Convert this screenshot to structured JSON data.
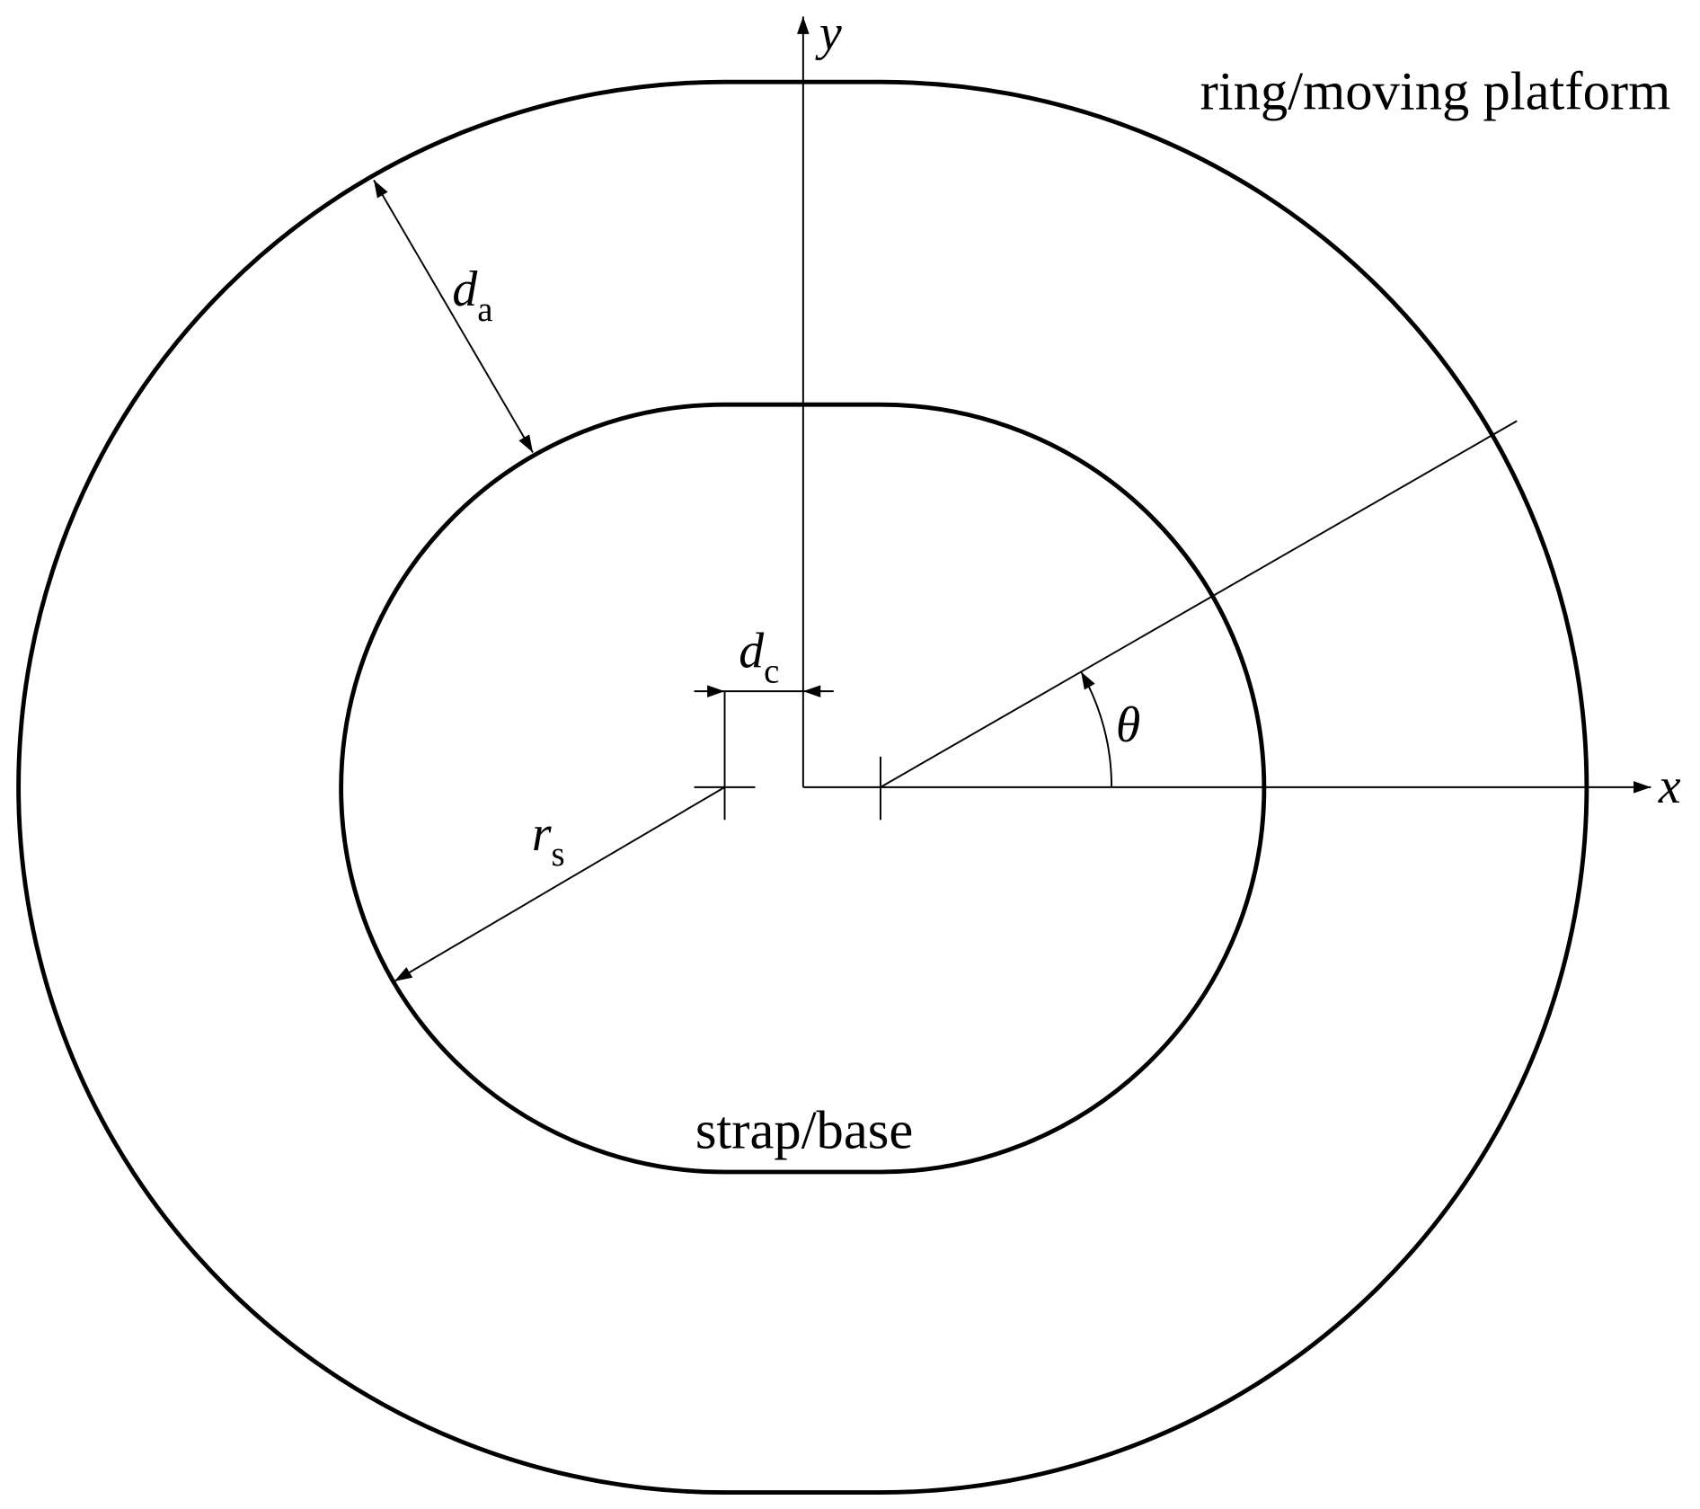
{
  "labels": {
    "y_axis": "y",
    "x_axis": "x",
    "ring": "ring/moving platform",
    "strap": "strap/base",
    "theta": "θ",
    "d_a_main": "d",
    "d_a_sub": "a",
    "d_c_main": "d",
    "d_c_sub": "c",
    "r_s_main": "r",
    "r_s_sub": "s"
  },
  "colors": {
    "stroke": "#000000",
    "background": "#ffffff"
  }
}
